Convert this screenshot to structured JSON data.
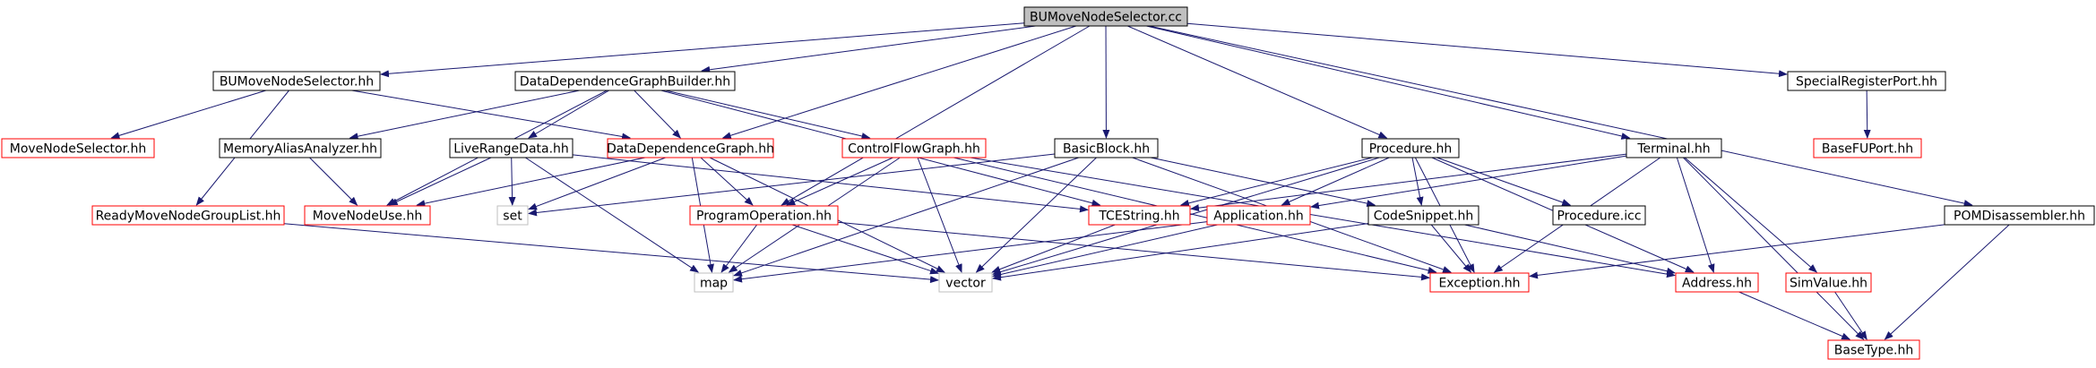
{
  "colors": {
    "edge": "#191970",
    "text": "#000000",
    "box_black": "#000000",
    "box_red": "#ff0000",
    "box_grey": "#bfbfbf",
    "root_fill": "#bfbfbf",
    "node_fill": "#ffffff"
  },
  "nodes": {
    "root": {
      "label": "BUMoveNodeSelector.cc",
      "style": "root"
    },
    "bumns_hh": {
      "label": "BUMoveNodeSelector.hh",
      "style": "black"
    },
    "ddgb_hh": {
      "label": "DataDependenceGraphBuilder.hh",
      "style": "black"
    },
    "srp_hh": {
      "label": "SpecialRegisterPort.hh",
      "style": "black"
    },
    "mns_hh": {
      "label": "MoveNodeSelector.hh",
      "style": "red"
    },
    "rmngl_hh": {
      "label": "ReadyMoveNodeGroupList.hh",
      "style": "red"
    },
    "maa_hh": {
      "label": "MemoryAliasAnalyzer.hh",
      "style": "black"
    },
    "lrd_hh": {
      "label": "LiveRangeData.hh",
      "style": "black"
    },
    "ddg_hh": {
      "label": "DataDependenceGraph.hh",
      "style": "red"
    },
    "cfg_hh": {
      "label": "ControlFlowGraph.hh",
      "style": "red"
    },
    "bb_hh": {
      "label": "BasicBlock.hh",
      "style": "black"
    },
    "proc_hh": {
      "label": "Procedure.hh",
      "style": "black"
    },
    "term_hh": {
      "label": "Terminal.hh",
      "style": "black"
    },
    "bfup_hh": {
      "label": "BaseFUPort.hh",
      "style": "red"
    },
    "mnu_hh": {
      "label": "MoveNodeUse.hh",
      "style": "red"
    },
    "set": {
      "label": "set",
      "style": "grey"
    },
    "po_hh": {
      "label": "ProgramOperation.hh",
      "style": "red"
    },
    "tces_hh": {
      "label": "TCEString.hh",
      "style": "red"
    },
    "app_hh": {
      "label": "Application.hh",
      "style": "red"
    },
    "cs_hh": {
      "label": "CodeSnippet.hh",
      "style": "black"
    },
    "proc_icc": {
      "label": "Procedure.icc",
      "style": "black"
    },
    "pomd_hh": {
      "label": "POMDisassembler.hh",
      "style": "black"
    },
    "map": {
      "label": "map",
      "style": "grey"
    },
    "vector": {
      "label": "vector",
      "style": "grey"
    },
    "exc_hh": {
      "label": "Exception.hh",
      "style": "red"
    },
    "addr_hh": {
      "label": "Address.hh",
      "style": "red"
    },
    "simv_hh": {
      "label": "SimValue.hh",
      "style": "red"
    },
    "bt_hh": {
      "label": "BaseType.hh",
      "style": "red"
    }
  },
  "edges": [
    [
      "root",
      "bumns_hh"
    ],
    [
      "root",
      "ddgb_hh"
    ],
    [
      "root",
      "ddg_hh"
    ],
    [
      "root",
      "po_hh"
    ],
    [
      "root",
      "bb_hh"
    ],
    [
      "root",
      "proc_hh"
    ],
    [
      "root",
      "term_hh"
    ],
    [
      "root",
      "srp_hh"
    ],
    [
      "root",
      "pomd_hh"
    ],
    [
      "bumns_hh",
      "mns_hh"
    ],
    [
      "bumns_hh",
      "rmngl_hh"
    ],
    [
      "bumns_hh",
      "ddg_hh"
    ],
    [
      "ddgb_hh",
      "maa_hh"
    ],
    [
      "ddgb_hh",
      "lrd_hh"
    ],
    [
      "ddgb_hh",
      "ddg_hh"
    ],
    [
      "ddgb_hh",
      "cfg_hh"
    ],
    [
      "ddgb_hh",
      "mnu_hh"
    ],
    [
      "ddgb_hh",
      "tces_hh"
    ],
    [
      "srp_hh",
      "bfup_hh"
    ],
    [
      "maa_hh",
      "mnu_hh"
    ],
    [
      "lrd_hh",
      "mnu_hh"
    ],
    [
      "lrd_hh",
      "set"
    ],
    [
      "lrd_hh",
      "map"
    ],
    [
      "lrd_hh",
      "tces_hh"
    ],
    [
      "ddg_hh",
      "mnu_hh"
    ],
    [
      "ddg_hh",
      "set"
    ],
    [
      "ddg_hh",
      "map"
    ],
    [
      "ddg_hh",
      "vector"
    ],
    [
      "ddg_hh",
      "po_hh"
    ],
    [
      "cfg_hh",
      "po_hh"
    ],
    [
      "cfg_hh",
      "map"
    ],
    [
      "cfg_hh",
      "vector"
    ],
    [
      "cfg_hh",
      "exc_hh"
    ],
    [
      "cfg_hh",
      "addr_hh"
    ],
    [
      "bb_hh",
      "set"
    ],
    [
      "bb_hh",
      "map"
    ],
    [
      "bb_hh",
      "vector"
    ],
    [
      "bb_hh",
      "cs_hh"
    ],
    [
      "bb_hh",
      "exc_hh"
    ],
    [
      "proc_hh",
      "tces_hh"
    ],
    [
      "proc_hh",
      "app_hh"
    ],
    [
      "proc_hh",
      "cs_hh"
    ],
    [
      "proc_hh",
      "proc_icc"
    ],
    [
      "proc_hh",
      "exc_hh"
    ],
    [
      "proc_hh",
      "vector"
    ],
    [
      "proc_hh",
      "addr_hh"
    ],
    [
      "term_hh",
      "tces_hh"
    ],
    [
      "term_hh",
      "app_hh"
    ],
    [
      "term_hh",
      "exc_hh"
    ],
    [
      "term_hh",
      "addr_hh"
    ],
    [
      "term_hh",
      "simv_hh"
    ],
    [
      "term_hh",
      "bt_hh"
    ],
    [
      "rmngl_hh",
      "vector"
    ],
    [
      "po_hh",
      "map"
    ],
    [
      "po_hh",
      "vector"
    ],
    [
      "po_hh",
      "exc_hh"
    ],
    [
      "tces_hh",
      "vector"
    ],
    [
      "app_hh",
      "map"
    ],
    [
      "app_hh",
      "vector"
    ],
    [
      "cs_hh",
      "vector"
    ],
    [
      "cs_hh",
      "exc_hh"
    ],
    [
      "cs_hh",
      "addr_hh"
    ],
    [
      "pomd_hh",
      "exc_hh"
    ],
    [
      "pomd_hh",
      "bt_hh"
    ],
    [
      "addr_hh",
      "bt_hh"
    ],
    [
      "simv_hh",
      "bt_hh"
    ]
  ]
}
